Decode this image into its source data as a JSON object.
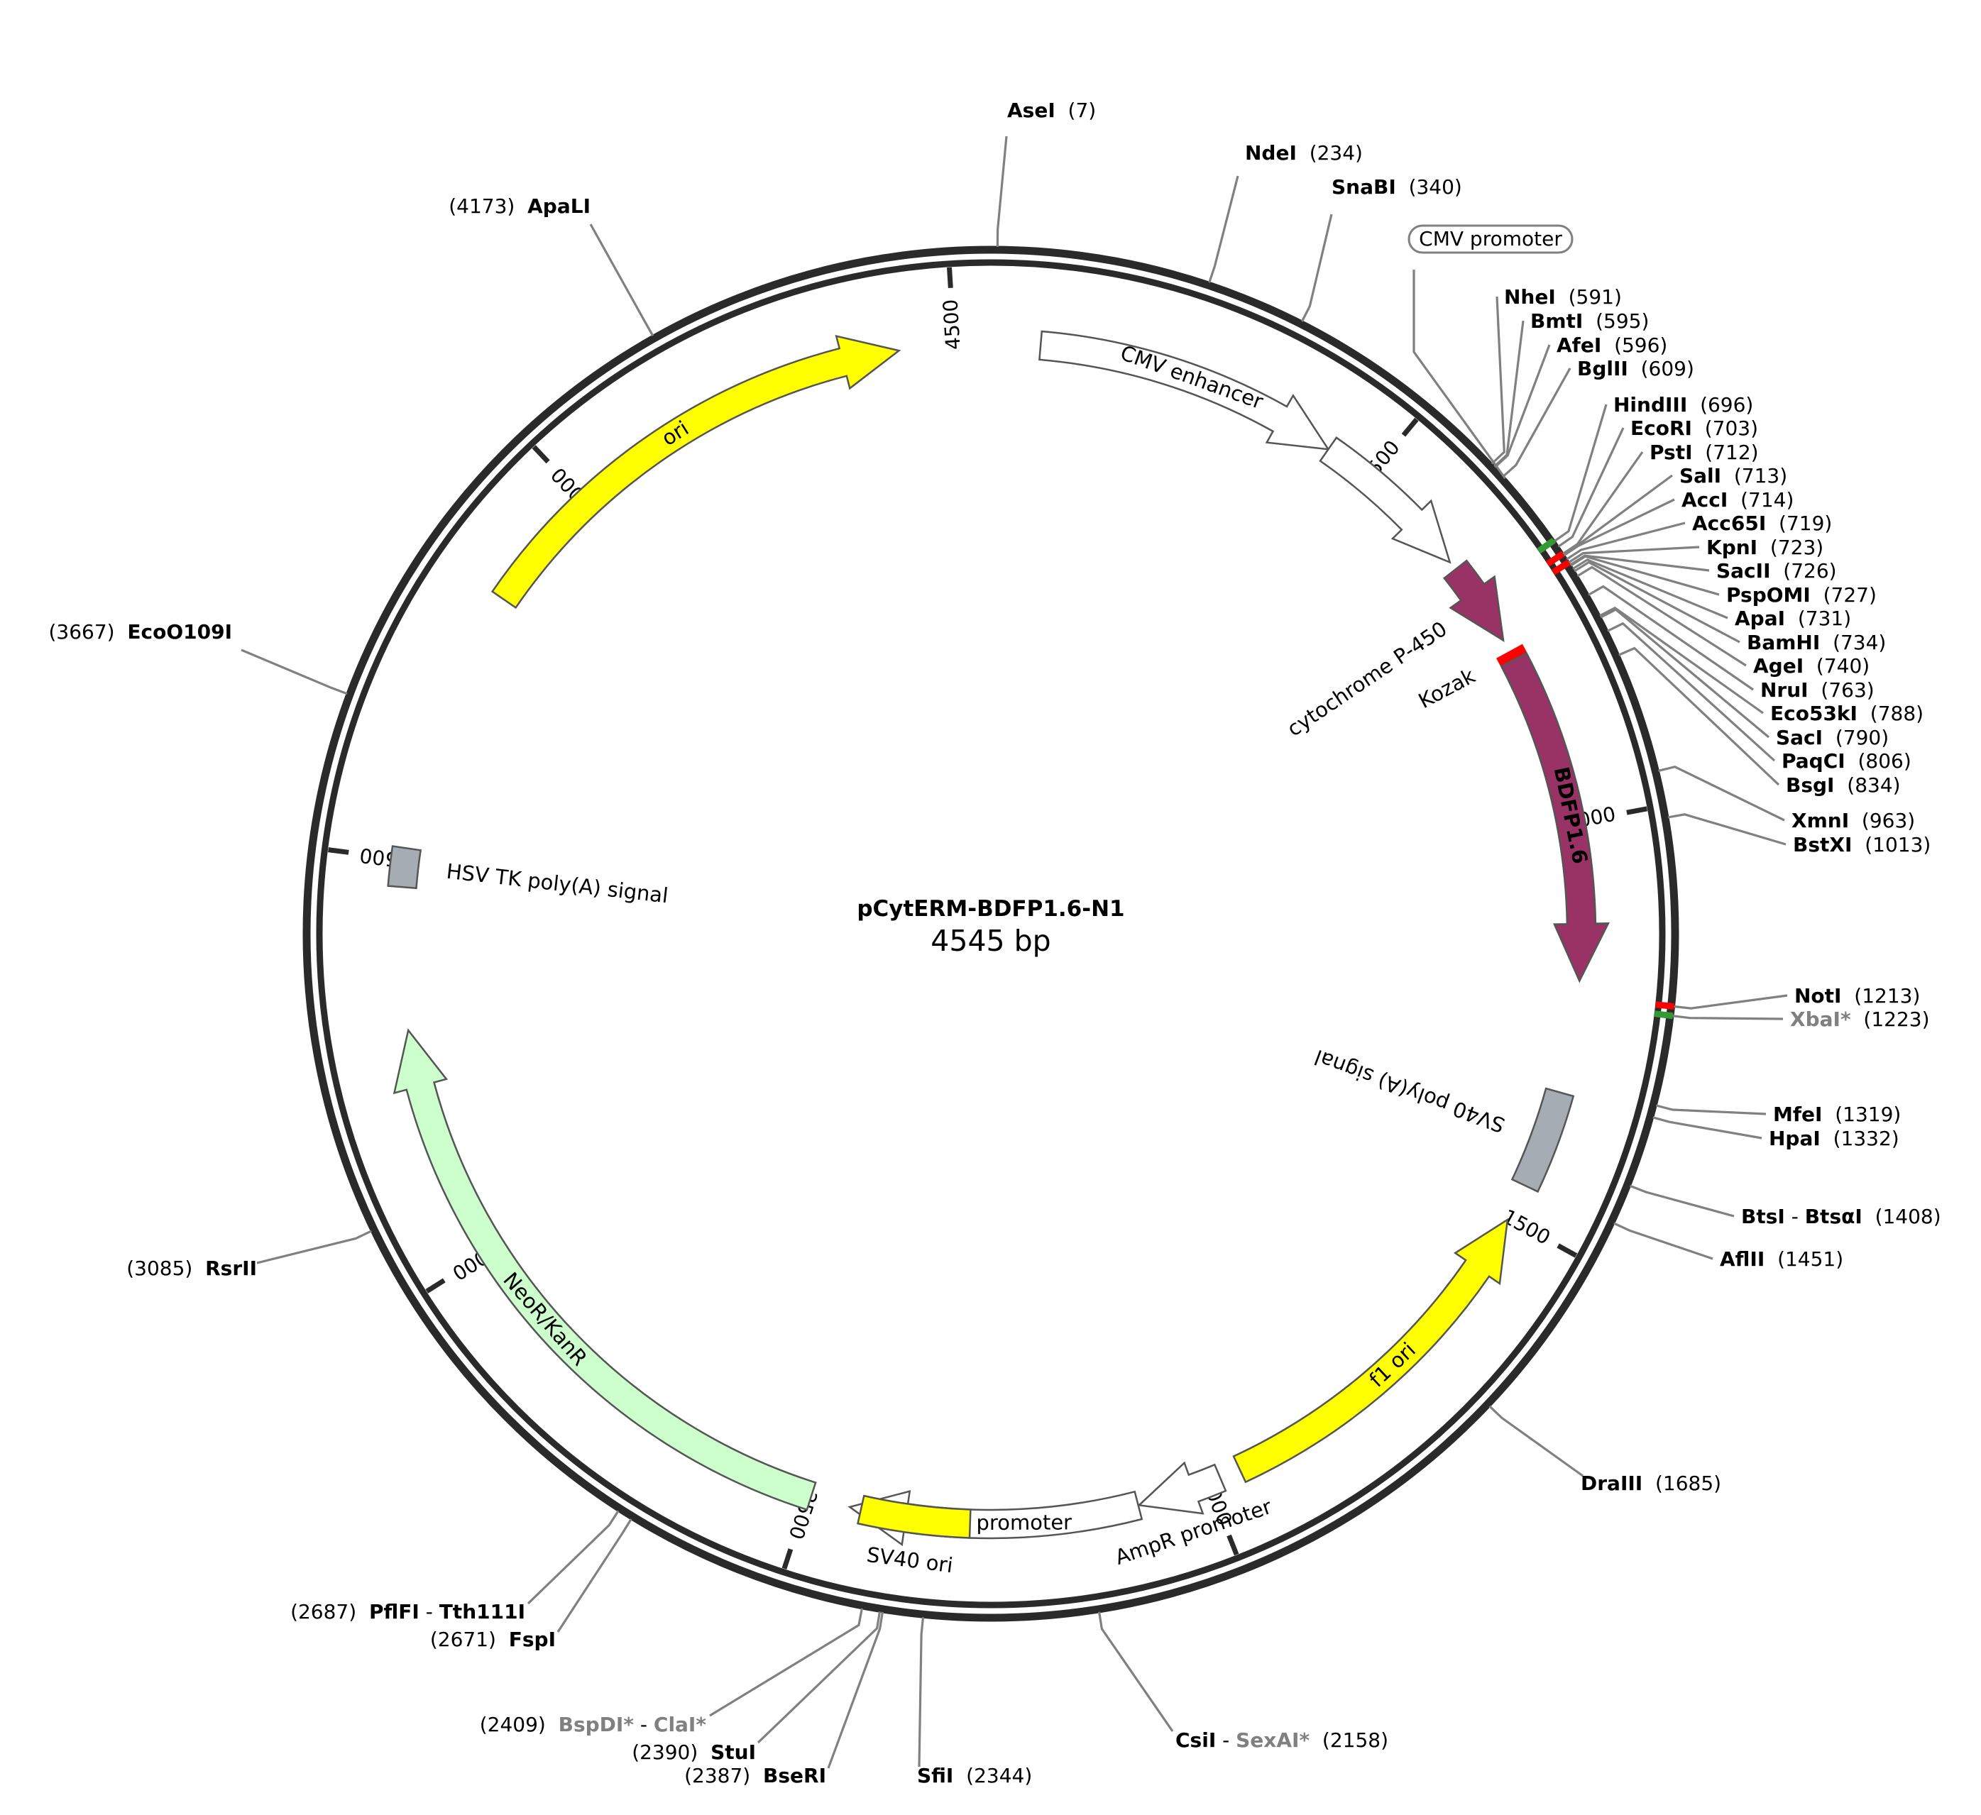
{
  "plasmid": {
    "name": "pCytERM-BDFP1.6-N1",
    "size_label": "4545 bp",
    "length": 4545
  },
  "ticks": [
    {
      "pos": 500,
      "label": "500"
    },
    {
      "pos": 1000,
      "label": "1000"
    },
    {
      "pos": 1500,
      "label": "1500"
    },
    {
      "pos": 2000,
      "label": "2000"
    },
    {
      "pos": 2500,
      "label": "2500"
    },
    {
      "pos": 3000,
      "label": "3000"
    },
    {
      "pos": 3500,
      "label": "3500"
    },
    {
      "pos": 4000,
      "label": "4000"
    },
    {
      "pos": 4500,
      "label": "4500"
    }
  ],
  "features": [
    {
      "id": "cmv-enhancer",
      "label": "CMV enhancer",
      "start": 61,
      "end": 440,
      "type": "arrow",
      "dir": 1,
      "color": "#ffffff"
    },
    {
      "id": "cmv-promoter-body",
      "label": "",
      "start": 440,
      "end": 644,
      "type": "arrow",
      "dir": 1,
      "color": "#ffffff"
    },
    {
      "id": "cytochrome-p450",
      "label": "cytochrome P-450",
      "start": 655,
      "end": 760,
      "type": "arrow",
      "dir": 1,
      "color": "#993366"
    },
    {
      "id": "kozak",
      "label": "Kozak",
      "start": 776,
      "end": 786,
      "type": "box",
      "dir": 0,
      "color": "#ff0000"
    },
    {
      "id": "bdfp16",
      "label": "BDFP1.6",
      "start": 787,
      "end": 1194,
      "type": "arrow",
      "dir": 1,
      "color": "#993366"
    },
    {
      "id": "sv40-polya",
      "label": "SV40 poly(A) signal",
      "start": 1333,
      "end": 1455,
      "type": "box",
      "dir": 0,
      "color": "#a6acb3"
    },
    {
      "id": "f1-ori",
      "label": "f1 ori",
      "start": 1502,
      "end": 1958,
      "type": "arrow",
      "dir": -1,
      "color": "#ffff00"
    },
    {
      "id": "ampr-promoter",
      "label": "AmpR promoter",
      "start": 1984,
      "end": 2089,
      "type": "arrow",
      "dir": 1,
      "color": "#ffffff"
    },
    {
      "id": "sv40-promoter",
      "label": "SV40 promoter",
      "start": 2090,
      "end": 2447,
      "type": "arrow",
      "dir": 1,
      "color": "#ffffff"
    },
    {
      "id": "sv40-ori",
      "label": "SV40 ori",
      "start": 2298,
      "end": 2433,
      "type": "box",
      "dir": 0,
      "color": "#ffff00"
    },
    {
      "id": "neor-kanr",
      "label": "NeoR/KanR",
      "start": 2496,
      "end": 3290,
      "type": "arrow",
      "dir": 1,
      "color": "#ccffcc"
    },
    {
      "id": "hsv-tk-polya",
      "label": "HSV TK poly(A) signal",
      "start": 3466,
      "end": 3514,
      "type": "box",
      "dir": 0,
      "color": "#a6acb3"
    },
    {
      "id": "ori",
      "label": "ori",
      "start": 3844,
      "end": 4432,
      "type": "arrow",
      "dir": 1,
      "color": "#ffff00"
    }
  ],
  "cmv_promoter_label": "CMV promoter",
  "sites": [
    {
      "name": "AseI",
      "pos": "(7)",
      "grey": false
    },
    {
      "name": "NdeI",
      "pos": "(234)",
      "grey": false
    },
    {
      "name": "SnaBI",
      "pos": "(340)",
      "grey": false
    },
    {
      "name": "NheI",
      "pos": "(591)",
      "grey": false
    },
    {
      "name": "BmtI",
      "pos": "(595)",
      "grey": false
    },
    {
      "name": "AfeI",
      "pos": "(596)",
      "grey": false
    },
    {
      "name": "BglII",
      "pos": "(609)",
      "grey": false
    },
    {
      "name": "HindIII",
      "pos": "(696)",
      "grey": false
    },
    {
      "name": "EcoRI",
      "pos": "(703)",
      "grey": false
    },
    {
      "name": "PstI",
      "pos": "(712)",
      "grey": false
    },
    {
      "name": "SalI",
      "pos": "(713)",
      "grey": false
    },
    {
      "name": "AccI",
      "pos": "(714)",
      "grey": false
    },
    {
      "name": "Acc65I",
      "pos": "(719)",
      "grey": false
    },
    {
      "name": "KpnI",
      "pos": "(723)",
      "grey": false
    },
    {
      "name": "SacII",
      "pos": "(726)",
      "grey": false
    },
    {
      "name": "PspOMI",
      "pos": "(727)",
      "grey": false
    },
    {
      "name": "ApaI",
      "pos": "(731)",
      "grey": false
    },
    {
      "name": "BamHI",
      "pos": "(734)",
      "grey": false
    },
    {
      "name": "AgeI",
      "pos": "(740)",
      "grey": false
    },
    {
      "name": "NruI",
      "pos": "(763)",
      "grey": false
    },
    {
      "name": "Eco53kI",
      "pos": "(788)",
      "grey": false
    },
    {
      "name": "SacI",
      "pos": "(790)",
      "grey": false
    },
    {
      "name": "PaqCI",
      "pos": "(806)",
      "grey": false
    },
    {
      "name": "BsgI",
      "pos": "(834)",
      "grey": false
    },
    {
      "name": "XmnI",
      "pos": "(963)",
      "grey": false
    },
    {
      "name": "BstXI",
      "pos": "(1013)",
      "grey": false
    },
    {
      "name": "NotI",
      "pos": "(1213)",
      "grey": false
    },
    {
      "name": "XbaI*",
      "pos": "(1223)",
      "grey": true
    },
    {
      "name": "MfeI",
      "pos": "(1319)",
      "grey": false
    },
    {
      "name": "HpaI",
      "pos": "(1332)",
      "grey": false
    },
    {
      "name": "BtsI",
      "name2": "BtsαI",
      "pos": "(1408)",
      "grey": false
    },
    {
      "name": "AflII",
      "pos": "(1451)",
      "grey": false
    },
    {
      "name": "DraIII",
      "pos": "(1685)",
      "grey": false
    },
    {
      "name": "CsiI",
      "name2": "SexAI*",
      "pos": "(2158)",
      "grey": false,
      "grey2": true
    },
    {
      "name": "SfiI",
      "pos": "(2344)",
      "grey": false
    },
    {
      "name": "BseRI",
      "pos": "(2387)",
      "grey": false,
      "left": true
    },
    {
      "name": "StuI",
      "pos": "(2390)",
      "grey": false,
      "left": true
    },
    {
      "name": "BspDI*",
      "name2": "ClaI*",
      "pos": "(2409)",
      "grey": true,
      "grey2": true,
      "left": true
    },
    {
      "name": "FspI",
      "pos": "(2671)",
      "grey": false,
      "left": true
    },
    {
      "name": "PflFI",
      "name2": "Tth111I",
      "pos": "(2687)",
      "grey": false,
      "left": true
    },
    {
      "name": "RsrII",
      "pos": "(3085)",
      "grey": false,
      "left": true
    },
    {
      "name": "EcoO109I",
      "pos": "(3667)",
      "grey": false,
      "left": true
    },
    {
      "name": "ApaLI",
      "pos": "(4173)",
      "grey": false,
      "left": true
    }
  ],
  "colors": {
    "backbone": "#2a2a2a",
    "leader": "#808080",
    "kozak_mark": "#ff0000",
    "site_green": "#339933"
  }
}
